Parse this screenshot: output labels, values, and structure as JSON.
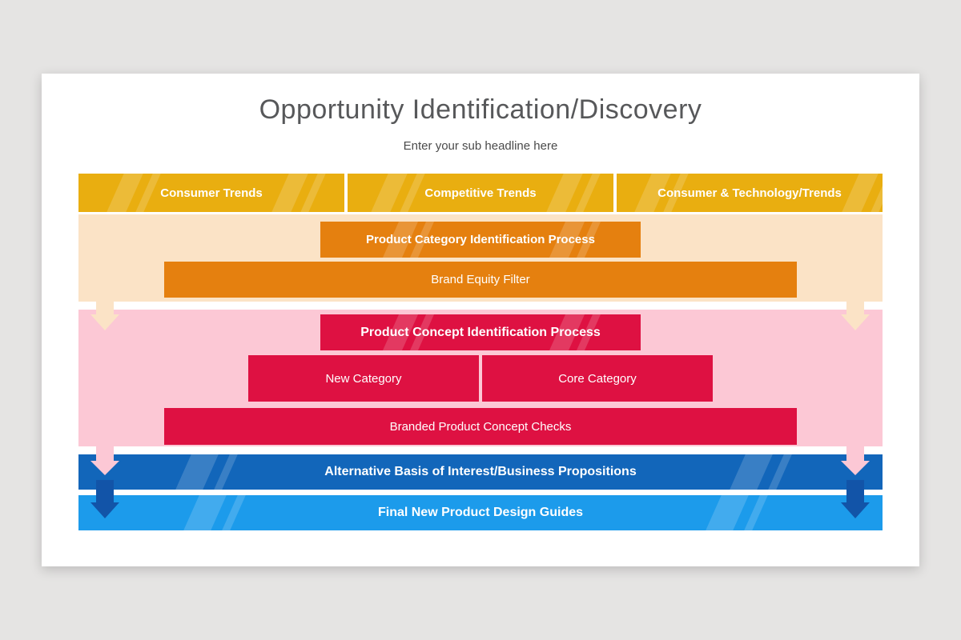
{
  "slide": {
    "title": "Opportunity Identification/Discovery",
    "subtitle": "Enter your sub headline here"
  },
  "colors": {
    "background_gray": "#E5E4E3",
    "slide_white": "#FFFFFF",
    "gold": "#E9AE10",
    "orange": "#E5800F",
    "peach_band": "#FBE3C6",
    "crimson": "#DE1142",
    "pink_band": "#FCC8D5",
    "dark_blue": "#1266BA",
    "navy_arrow": "#1254A8",
    "light_blue": "#1C9BEB",
    "title_gray": "#57585A"
  },
  "diagram": {
    "header_bars": [
      {
        "label": "Consumer Trends"
      },
      {
        "label": "Competitive Trends"
      },
      {
        "label": "Consumer & Technology/Trends"
      }
    ],
    "category_stage": {
      "process_label": "Product Category Identification Process",
      "filter_label": "Brand Equity Filter"
    },
    "concept_stage": {
      "process_label": "Product Concept Identification Process",
      "new_category_label": "New Category",
      "core_category_label": "Core Category",
      "checks_label": "Branded Product Concept Checks"
    },
    "outcome_bars": [
      {
        "label": "Alternative Basis of Interest/Business Propositions"
      },
      {
        "label": "Final New Product Design Guides"
      }
    ]
  }
}
